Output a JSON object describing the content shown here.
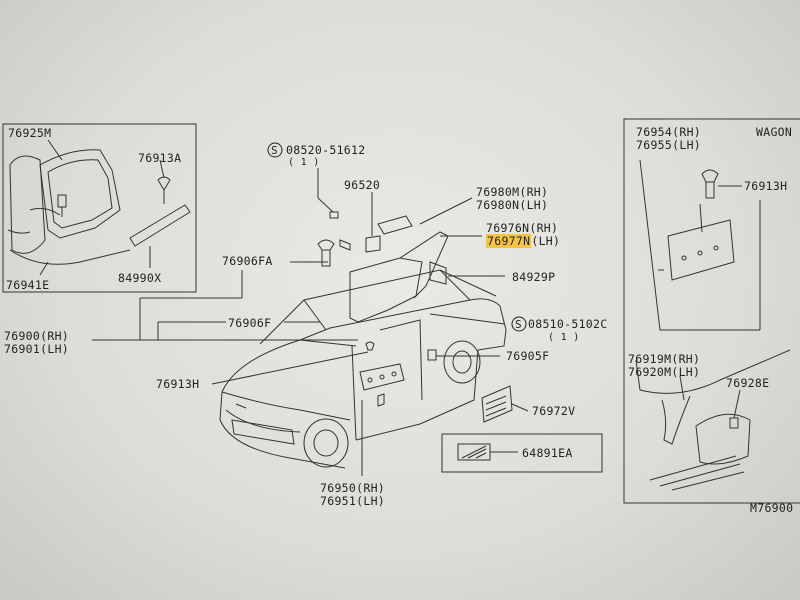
{
  "diagram": {
    "left_inset": {
      "labels": [
        "76925M",
        "76913A",
        "76941E",
        "84990X"
      ]
    },
    "main": {
      "bolt_top": {
        "circle_letter": "S",
        "part": "08520-51612",
        "qty": "( 1 )"
      },
      "bolt_right": {
        "circle_letter": "S",
        "part": "08510-5102C",
        "qty": "( 1 )"
      },
      "parts": {
        "p96520": "96520",
        "p76980m": "76980M(RH)",
        "p76980n": "76980N(LH)",
        "p76976n": "76976N(RH)",
        "p76977n_num": "76977N",
        "p76977n_side": "(LH)",
        "p84929p": "84929P",
        "p76906fa": "76906FA",
        "p76906f": "76906F",
        "p76900": "76900(RH)",
        "p76901": "76901(LH)",
        "p76905f": "76905F",
        "p76913h": "76913H",
        "p76972v": "76972V",
        "p64891ea": "64891EA",
        "p76950": "76950(RH)",
        "p76951": "76951(LH)"
      }
    },
    "right_inset": {
      "header": "WAGON",
      "p76954": "76954(RH)",
      "p76955": "76955(LH)",
      "p76913h": "76913H",
      "p76919m": "76919M(RH)",
      "p76920m": "76920M(LH)",
      "p76928e": "76928E"
    },
    "drawing_number": "M76900"
  },
  "colors": {
    "paper": "#e3e3df",
    "ink": "#2a2a2a",
    "highlight": "#f6c343"
  }
}
